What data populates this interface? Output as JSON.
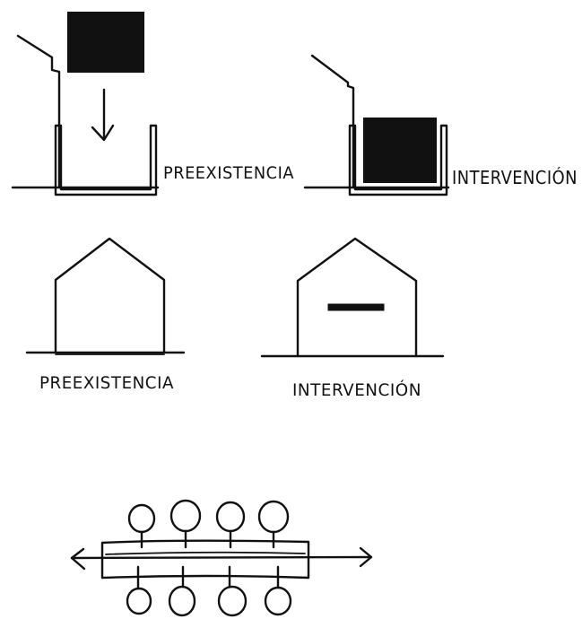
{
  "labels": {
    "top_left": "PREEXISTENCIA",
    "top_right": "INTERVENCIÓN",
    "mid_left": "PREEXISTENCIA",
    "mid_right": "INTERVENCIÓN"
  },
  "colors": {
    "ink": "#111111",
    "paper": "#ffffff"
  }
}
